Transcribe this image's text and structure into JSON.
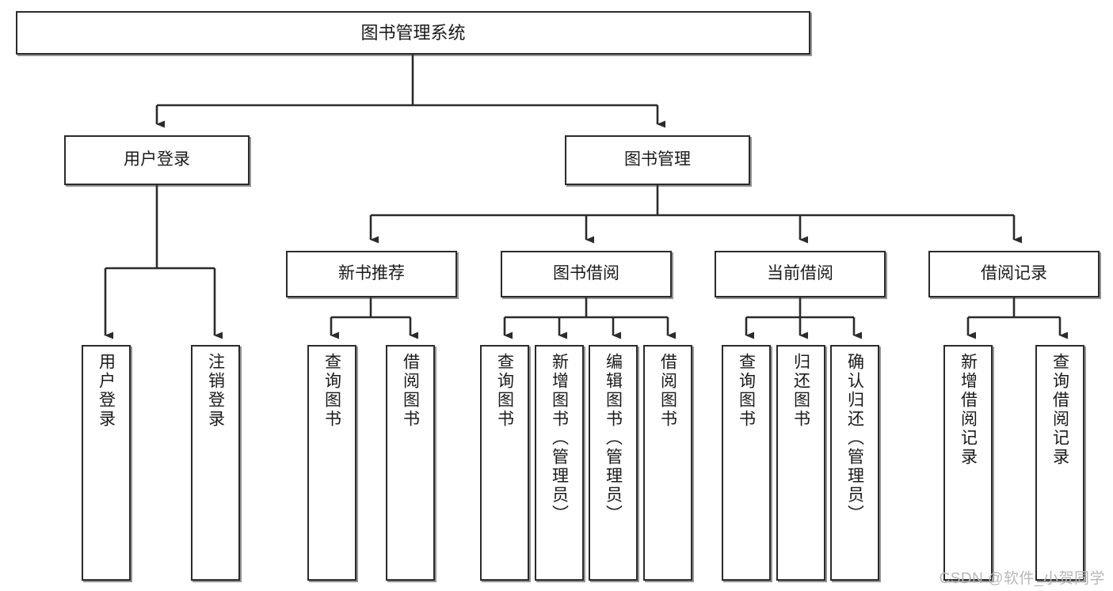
{
  "diagram": {
    "title": "图书管理系统",
    "type": "tree-hierarchy-diagram",
    "root": {
      "id": "root",
      "label": "图书管理系统"
    },
    "level2": [
      {
        "id": "user-login",
        "label": "用户登录"
      },
      {
        "id": "book-manage",
        "label": "图书管理"
      }
    ],
    "level3": [
      {
        "id": "new-book-recommend",
        "label": "新书推荐",
        "parent": "book-manage"
      },
      {
        "id": "book-borrow",
        "label": "图书借阅",
        "parent": "book-manage"
      },
      {
        "id": "current-borrow",
        "label": "当前借阅",
        "parent": "book-manage"
      },
      {
        "id": "borrow-record",
        "label": "借阅记录",
        "parent": "book-manage"
      }
    ],
    "leaves": [
      {
        "id": "leaf-user-login",
        "label": "用户登录",
        "parent": "user-login"
      },
      {
        "id": "leaf-logout-login",
        "label": "注销登录",
        "parent": "user-login"
      },
      {
        "id": "leaf-query-book-1",
        "label": "查询图书",
        "parent": "new-book-recommend"
      },
      {
        "id": "leaf-borrow-book-1",
        "label": "借阅图书",
        "parent": "new-book-recommend"
      },
      {
        "id": "leaf-query-book-2",
        "label": "查询图书",
        "parent": "book-borrow"
      },
      {
        "id": "leaf-add-book",
        "label": "新增图书（管理员）",
        "parent": "book-borrow"
      },
      {
        "id": "leaf-edit-book",
        "label": "编辑图书（管理员）",
        "parent": "book-borrow"
      },
      {
        "id": "leaf-borrow-book-2",
        "label": "借阅图书",
        "parent": "book-borrow"
      },
      {
        "id": "leaf-query-book-3",
        "label": "查询图书",
        "parent": "current-borrow"
      },
      {
        "id": "leaf-return-book",
        "label": "归还图书",
        "parent": "current-borrow"
      },
      {
        "id": "leaf-confirm-return",
        "label": "确认归还（管理员）",
        "parent": "current-borrow"
      },
      {
        "id": "leaf-add-record",
        "label": "新增借阅记录",
        "parent": "borrow-record"
      },
      {
        "id": "leaf-query-record",
        "label": "查询借阅记录",
        "parent": "borrow-record"
      }
    ],
    "colors": {
      "stroke": "#2b2b2b",
      "fill": "#ffffff",
      "text": "#1a1a1a",
      "watermark": "#b8b8b8"
    }
  },
  "watermark": {
    "text": "CSDN @软件_小贺同学"
  }
}
